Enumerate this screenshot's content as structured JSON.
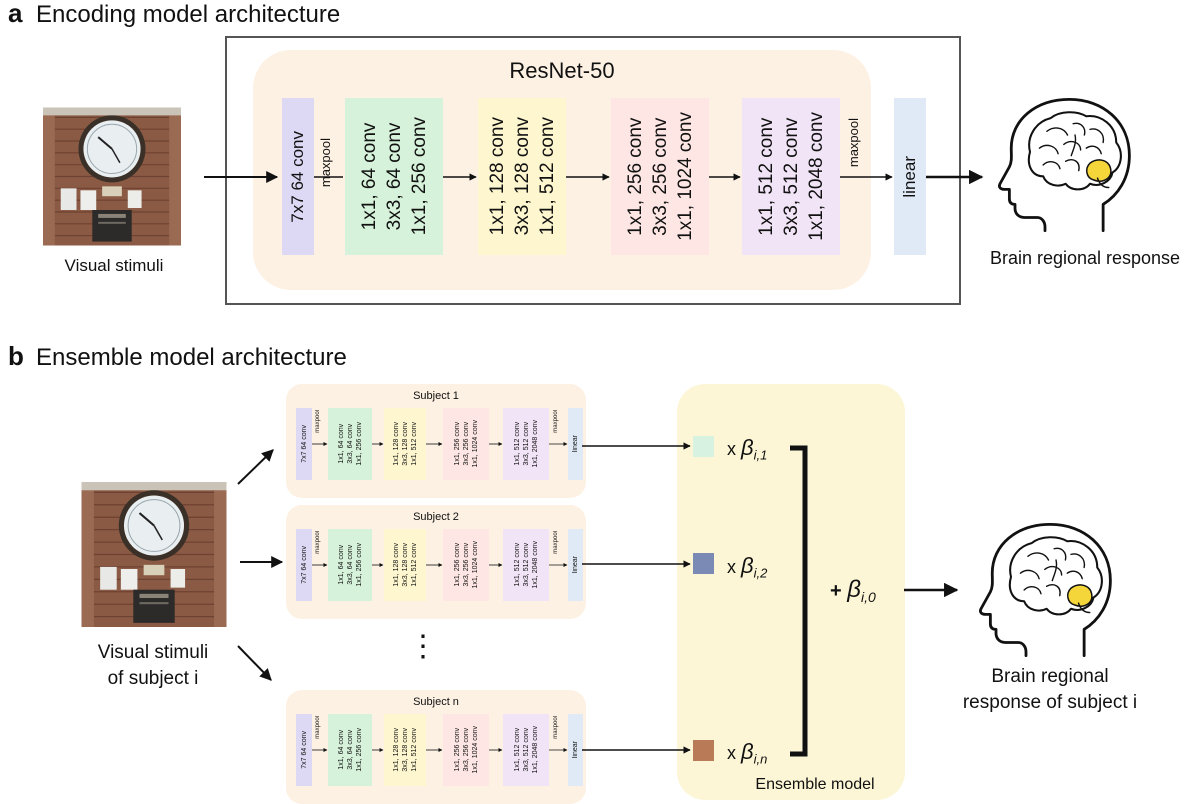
{
  "panel_a": {
    "letter": "a",
    "title": "Encoding model architecture",
    "network_name": "ResNet-50",
    "input_label": "Visual stimuli",
    "output_label": "Brain regional response",
    "layers": {
      "conv1": "7x7 64 conv",
      "pool1": "maxpool",
      "stage1": [
        "1x1, 64 conv",
        "3x3, 64 conv",
        "1x1, 256 conv"
      ],
      "stage2": [
        "1x1, 128 conv",
        "3x3, 128 conv",
        "1x1, 512 conv"
      ],
      "stage3": [
        "1x1, 256 conv",
        "3x3, 256 conv",
        "1x1, 1024 conv"
      ],
      "stage4": [
        "1x1, 512 conv",
        "3x3, 512 conv",
        "1x1, 2048 conv"
      ],
      "pool2": "maxpool",
      "fc": "linear"
    }
  },
  "panel_b": {
    "letter": "b",
    "title": "Ensemble model architecture",
    "input_label_line1": "Visual stimuli",
    "input_label_line2": "of subject i",
    "subjects": [
      "Subject 1",
      "Subject 2",
      "Subject n"
    ],
    "ellipsis": "⋮",
    "ensemble_label": "Ensemble model",
    "betas": [
      {
        "prefix": "x",
        "symbol": "β",
        "sub": "i,1",
        "color": "#d8f2e2"
      },
      {
        "prefix": "x",
        "symbol": "β",
        "sub": "i,2",
        "color": "#7b8ab5"
      },
      {
        "prefix": "x",
        "symbol": "β",
        "sub": "i,n",
        "color": "#b97a58"
      }
    ],
    "bias": {
      "plus": "+",
      "symbol": "β",
      "sub": "i,0"
    },
    "output_label_line1": "Brain regional",
    "output_label_line2": "response of subject i"
  },
  "colors": {
    "resnet_bg": "#fdf1e3",
    "conv1": "#ddd8f3",
    "stage1": "#d6f2da",
    "stage2": "#fdf6cf",
    "stage3": "#fde6e4",
    "stage4": "#f1e4f6",
    "linear": "#dfeaf6",
    "ensemble_bg": "#fcf6d6",
    "brain_highlight": "#f5d63a"
  }
}
